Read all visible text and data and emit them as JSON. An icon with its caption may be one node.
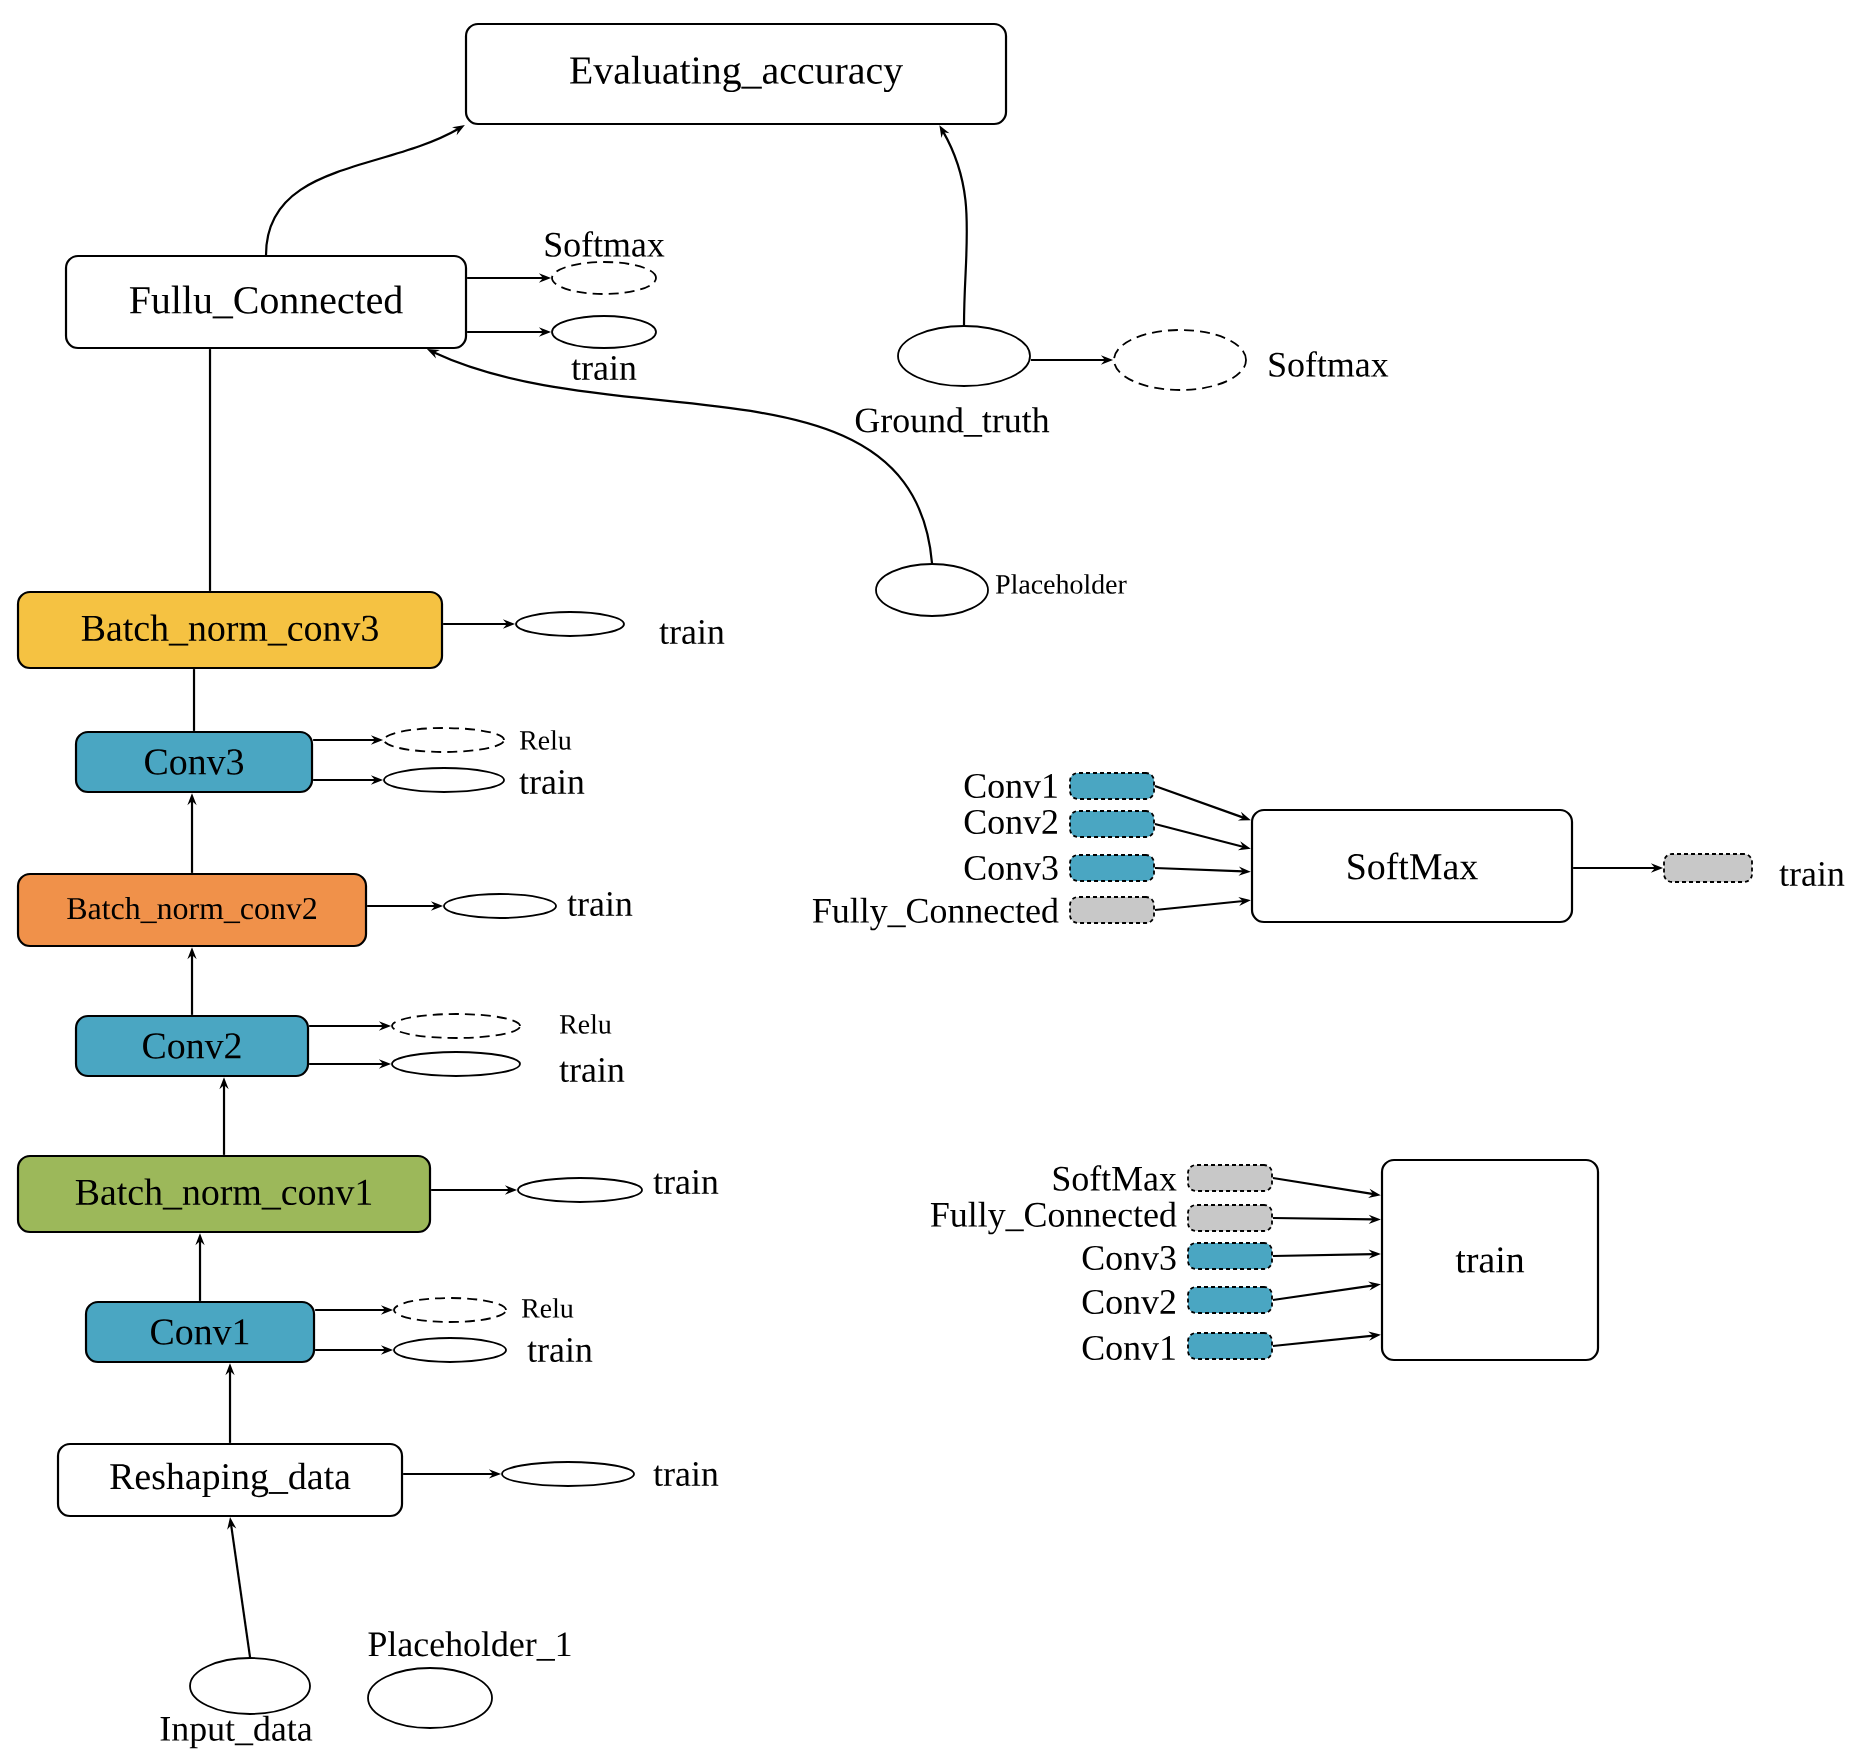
{
  "diagram": {
    "nodes": [
      {
        "text": [
          "Evaluating_accuracy"
        ]
      },
      {
        "text": [
          "Fullu_Connected"
        ]
      },
      {
        "text": [],
        "shape": "ellipse",
        "beside": [
          "Softmax"
        ]
      },
      {
        "text": [],
        "shape": "ellipse",
        "beside": [
          "train"
        ]
      },
      {
        "text": [],
        "shape": "ellipse",
        "beside": [
          "Ground_truth"
        ]
      },
      {
        "text": [],
        "shape": "ellipse",
        "beside": [
          "Softmax"
        ]
      },
      {
        "text": [],
        "shape": "ellipse",
        "beside": [
          "Placeholder"
        ]
      },
      {
        "text": [
          "Batch_norm_conv3"
        ]
      },
      {
        "text": [],
        "shape": "ellipse",
        "beside": [
          "train"
        ]
      },
      {
        "text": [
          "Conv3"
        ]
      },
      {
        "text": [],
        "shape": "ellipse",
        "beside": [
          "Relu"
        ]
      },
      {
        "text": [],
        "shape": "ellipse",
        "beside": [
          "train"
        ]
      },
      {
        "text": [
          "Batch_norm_conv2"
        ]
      },
      {
        "text": [],
        "shape": "ellipse",
        "beside": [
          "train"
        ]
      },
      {
        "text": [
          "Conv2"
        ]
      },
      {
        "text": [],
        "shape": "ellipse",
        "beside": [
          "Relu"
        ]
      },
      {
        "text": [],
        "shape": "ellipse",
        "beside": [
          "train"
        ]
      },
      {
        "text": [
          "Batch_norm_conv1"
        ]
      },
      {
        "text": [],
        "shape": "ellipse",
        "beside": [
          "train"
        ]
      },
      {
        "text": [
          "Conv1"
        ]
      },
      {
        "text": [],
        "shape": "ellipse",
        "beside": [
          "Relu"
        ]
      },
      {
        "text": [],
        "shape": "ellipse",
        "beside": [
          "train"
        ]
      },
      {
        "text": [
          "Reshaping_data"
        ]
      },
      {
        "text": [],
        "shape": "ellipse",
        "beside": [
          "train"
        ]
      },
      {
        "text": [],
        "shape": "ellipse",
        "beside": [
          "Input_data"
        ]
      },
      {
        "text": [],
        "shape": "ellipse",
        "beside": [
          "Placeholder_1"
        ]
      },
      {
        "text": [
          "SoftMax"
        ]
      },
      {
        "text": [],
        "shape": "box",
        "beside": [
          "Conv1"
        ]
      },
      {
        "text": [],
        "shape": "box",
        "beside": [
          "Conv2"
        ]
      },
      {
        "text": [],
        "shape": "box",
        "beside": [
          "Conv3"
        ]
      },
      {
        "text": [],
        "shape": "box",
        "beside": [
          "Fully_Connected"
        ]
      },
      {
        "text": [],
        "shape": "box",
        "beside": [
          "train"
        ]
      },
      {
        "text": [
          "train"
        ]
      },
      {
        "text": [],
        "shape": "box",
        "beside": [
          "SoftMax"
        ]
      },
      {
        "text": [],
        "shape": "box",
        "beside": [
          "Fully_Connected"
        ]
      },
      {
        "text": [],
        "shape": "box",
        "beside": [
          "Conv3"
        ]
      },
      {
        "text": [],
        "shape": "box",
        "beside": [
          "Conv2"
        ]
      },
      {
        "text": [],
        "shape": "box",
        "beside": [
          "Conv1"
        ]
      }
    ],
    "edges": [
      {
        "from": 1,
        "to": 0,
        "arrow": "to"
      },
      {
        "from": 4,
        "to": 0,
        "arrow": "to"
      },
      {
        "from": 1,
        "to": 2,
        "arrow": "to"
      },
      {
        "from": 1,
        "to": 3,
        "arrow": "to"
      },
      {
        "from": 4,
        "to": 5,
        "arrow": "to"
      },
      {
        "from": 6,
        "to": 1,
        "arrow": "to"
      },
      {
        "from": 7,
        "to": 1,
        "arrow": "none"
      },
      {
        "from": 7,
        "to": 8,
        "arrow": "to"
      },
      {
        "from": 9,
        "to": 7,
        "arrow": "none"
      },
      {
        "from": 9,
        "to": 10,
        "arrow": "to"
      },
      {
        "from": 9,
        "to": 11,
        "arrow": "to"
      },
      {
        "from": 12,
        "to": 9,
        "arrow": "to"
      },
      {
        "from": 12,
        "to": 13,
        "arrow": "to"
      },
      {
        "from": 14,
        "to": 12,
        "arrow": "to"
      },
      {
        "from": 14,
        "to": 15,
        "arrow": "to"
      },
      {
        "from": 14,
        "to": 16,
        "arrow": "to"
      },
      {
        "from": 17,
        "to": 14,
        "arrow": "to"
      },
      {
        "from": 17,
        "to": 18,
        "arrow": "to"
      },
      {
        "from": 19,
        "to": 17,
        "arrow": "to"
      },
      {
        "from": 19,
        "to": 20,
        "arrow": "to"
      },
      {
        "from": 19,
        "to": 21,
        "arrow": "to"
      },
      {
        "from": 22,
        "to": 19,
        "arrow": "to"
      },
      {
        "from": 22,
        "to": 23,
        "arrow": "to"
      },
      {
        "from": 24,
        "to": 22,
        "arrow": "to"
      },
      {
        "from": 27,
        "to": 26,
        "arrow": "to"
      },
      {
        "from": 28,
        "to": 26,
        "arrow": "to"
      },
      {
        "from": 29,
        "to": 26,
        "arrow": "to"
      },
      {
        "from": 30,
        "to": 26,
        "arrow": "to"
      },
      {
        "from": 26,
        "to": 31,
        "arrow": "to"
      },
      {
        "from": 33,
        "to": 32,
        "arrow": "to"
      },
      {
        "from": 34,
        "to": 32,
        "arrow": "to"
      },
      {
        "from": 35,
        "to": 32,
        "arrow": "to"
      },
      {
        "from": 36,
        "to": 32,
        "arrow": "to"
      },
      {
        "from": 37,
        "to": 32,
        "arrow": "to"
      }
    ]
  }
}
